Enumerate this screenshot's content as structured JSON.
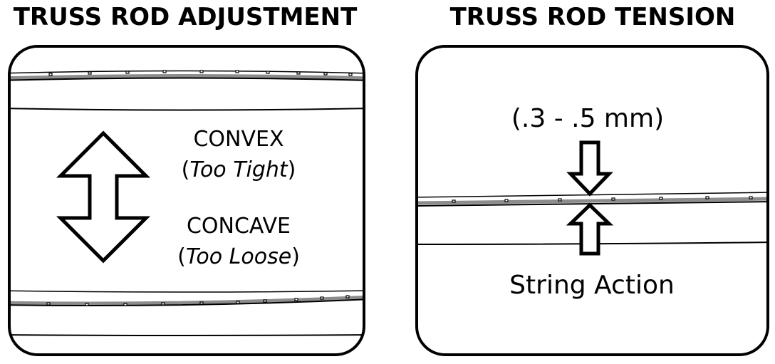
{
  "panels": {
    "adjustment": {
      "title": "TRUSS ROD ADJUSTMENT",
      "convex": {
        "label": "CONVEX",
        "note_open": "(",
        "note": "Too Tight",
        "note_close": ")"
      },
      "concave": {
        "label": "CONCAVE",
        "note_open": "(",
        "note": "Too Loose",
        "note_close": ")"
      }
    },
    "tension": {
      "title": "TRUSS ROD TENSION",
      "gap_label": "(.3 - .5 mm)",
      "action_label": "String Action"
    }
  },
  "colors": {
    "ink": "#000000",
    "string": "#8c8c8c",
    "background": "#ffffff"
  }
}
